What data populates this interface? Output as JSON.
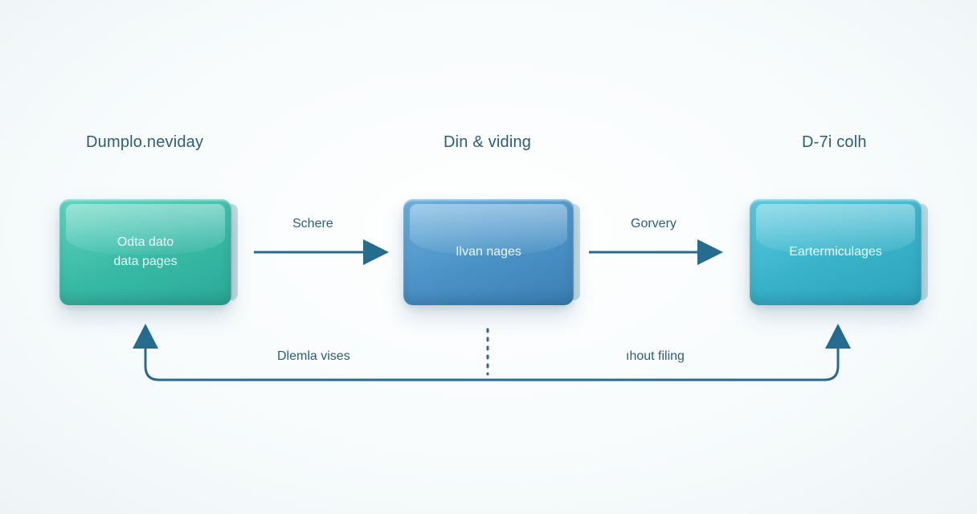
{
  "stages": [
    {
      "title": "Dumplo.neviday",
      "box_label_lines": [
        "Odta dato",
        "data pages"
      ],
      "color": "#3ebfaa"
    },
    {
      "title": "Din & viding",
      "box_label_lines": [
        "Ilvan nages"
      ],
      "color": "#4a92c6"
    },
    {
      "title": "D-7i colh",
      "box_label_lines": [
        "Eartermiculages"
      ],
      "color": "#38b2c9"
    }
  ],
  "connectors": {
    "arrow_1_label": "Schere",
    "arrow_2_label": "Gorvery",
    "loop_left_label": "Dlemla vises",
    "loop_right_label": "ıhout filing",
    "line_color": "#2a6a8c"
  }
}
